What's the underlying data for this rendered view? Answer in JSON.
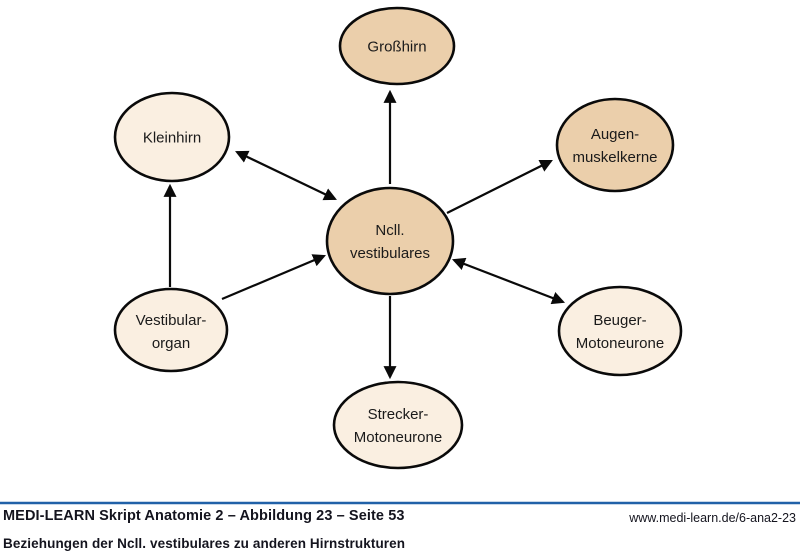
{
  "colors": {
    "node_tan": "#ebcfab",
    "node_cream": "#faefe1",
    "outline": "#0a0a0a",
    "divider_blue": "#2161a8"
  },
  "nodes": {
    "grosshirn": {
      "line1": "Großhirn",
      "line2": ""
    },
    "kleinhirn": {
      "line1": "Kleinhirn",
      "line2": ""
    },
    "augenmuskelkerne": {
      "line1": "Augen-",
      "line2": "muskelkerne"
    },
    "ncll_vestibulares": {
      "line1": "Ncll.",
      "line2": "vestibulares"
    },
    "vestibularorgan": {
      "line1": "Vestibular-",
      "line2": "organ"
    },
    "beuger_motoneurone": {
      "line1": "Beuger-",
      "line2": "Motoneurone"
    },
    "strecker_motoneurone": {
      "line1": "Strecker-",
      "line2": "Motoneurone"
    }
  },
  "edges": [
    {
      "from": "ncll_vestibulares",
      "to": "grosshirn",
      "bidirectional": false
    },
    {
      "from": "ncll_vestibulares",
      "to": "kleinhirn",
      "bidirectional": true
    },
    {
      "from": "ncll_vestibulares",
      "to": "augenmuskelkerne",
      "bidirectional": false
    },
    {
      "from": "vestibularorgan",
      "to": "kleinhirn",
      "bidirectional": false
    },
    {
      "from": "vestibularorgan",
      "to": "ncll_vestibulares",
      "bidirectional": false
    },
    {
      "from": "ncll_vestibulares",
      "to": "beuger_motoneurone",
      "bidirectional": true
    },
    {
      "from": "ncll_vestibulares",
      "to": "strecker_motoneurone",
      "bidirectional": false
    }
  ],
  "footer": {
    "source_line": "MEDI-LEARN Skript Anatomie 2 – Abbildung 23 – Seite 53",
    "caption": "Beziehungen der Ncll. vestibulares zu anderen Hirnstrukturen",
    "url": "www.medi-learn.de/6-ana2-23"
  }
}
